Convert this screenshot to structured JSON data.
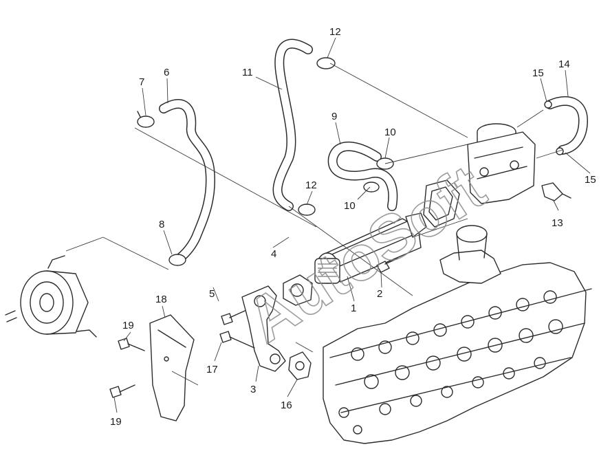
{
  "watermark": "AutoSoft",
  "callouts": [
    {
      "id": "1",
      "label": "1"
    },
    {
      "id": "2",
      "label": "2"
    },
    {
      "id": "3",
      "label": "3"
    },
    {
      "id": "4",
      "label": "4"
    },
    {
      "id": "5",
      "label": "5"
    },
    {
      "id": "6",
      "label": "6"
    },
    {
      "id": "7",
      "label": "7"
    },
    {
      "id": "8",
      "label": "8"
    },
    {
      "id": "9",
      "label": "9"
    },
    {
      "id": "10a",
      "label": "10"
    },
    {
      "id": "10b",
      "label": "10"
    },
    {
      "id": "11",
      "label": "11"
    },
    {
      "id": "12a",
      "label": "12"
    },
    {
      "id": "12b",
      "label": "12"
    },
    {
      "id": "13",
      "label": "13"
    },
    {
      "id": "14",
      "label": "14"
    },
    {
      "id": "15a",
      "label": "15"
    },
    {
      "id": "15b",
      "label": "15"
    },
    {
      "id": "16",
      "label": "16"
    },
    {
      "id": "17",
      "label": "17"
    },
    {
      "id": "18",
      "label": "18"
    },
    {
      "id": "19a",
      "label": "19"
    },
    {
      "id": "19b",
      "label": "19"
    }
  ]
}
